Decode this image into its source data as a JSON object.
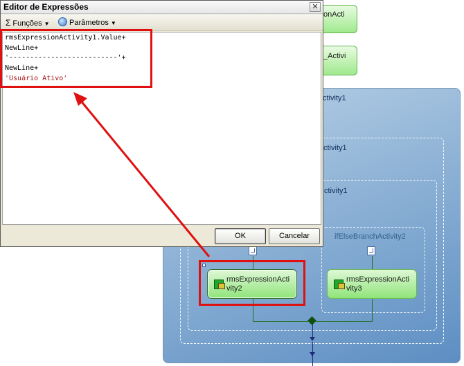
{
  "dialog": {
    "title": "Editor de Expressões",
    "close_glyph": "✕",
    "toolbar": {
      "functions_label": "Funções",
      "parameters_label": "Parâmetros"
    },
    "code_lines": [
      "rmsExpressionActivity1.Value+",
      "NewLine+",
      "'--------------------------'+",
      "NewLine+",
      "'Usuário Ativo'"
    ],
    "ok_label": "OK",
    "cancel_label": "Cancelar"
  },
  "designer": {
    "top_activity_1_partial": "onActi",
    "top_activity_2_partial": "_Activi",
    "sequence_label_partial": "ctivity1",
    "inner_label_1_partial": "ctivity1",
    "inner_label_2_partial": "ctivity1",
    "branch2_label": "ifElseBranchActivity2",
    "activity2_label": [
      "rmsExpressionActi",
      "vity2"
    ],
    "activity3_label": [
      "rmsExpressionActi",
      "vity3"
    ]
  },
  "colors": {
    "annotation_red": "#e01010",
    "connector_green": "#1c6e1c",
    "connector_navy": "#1c2a7a"
  }
}
